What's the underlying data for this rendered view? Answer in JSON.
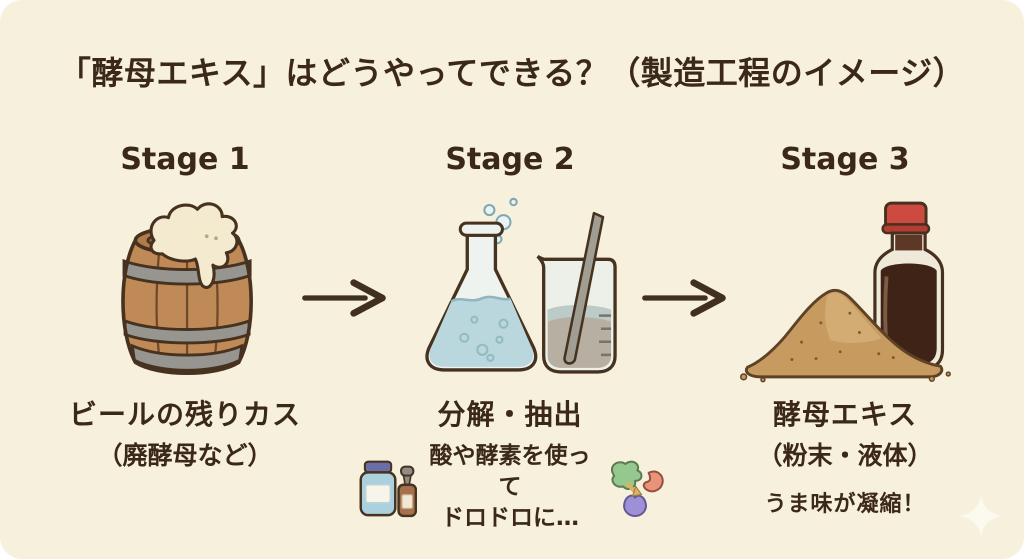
{
  "palette": {
    "background": "#f6f0dd",
    "text": "#3b2817",
    "arrow": "#41301e",
    "barrel_wood": "#c08a58",
    "barrel_band": "#97958f",
    "foam": "#f4ead0",
    "flask_liquid": "#b9d6dc",
    "beaker_liquid": "#b6afa2",
    "powder": "#c79a60",
    "bottle_liquid": "#3f2316",
    "bottle_cap": "#cd4a41",
    "blob_green": "#95c88e",
    "blob_salmon": "#e9937b",
    "blob_purple": "#9e90d7"
  },
  "title": "「酵母エキス」はどうやってできる？（製造工程のイメージ）",
  "stages": [
    {
      "label": "Stage 1",
      "illustration": "beer-barrel-foam-icon",
      "caption": "ビールの残りカス",
      "subcaption": "（廃酵母など）"
    },
    {
      "label": "Stage 2",
      "illustration": "flask-beaker-icon",
      "caption": "分解・抽出",
      "note_icon_left": "reagent-bottles-icon",
      "note_line1": "酸や酵素を使って",
      "note_line2": "ドロドロに…",
      "note_icon_right": "molecule-blobs-icon"
    },
    {
      "label": "Stage 3",
      "illustration": "powder-bottle-icon",
      "caption": "酵母エキス",
      "subcaption": "（粉末・液体）",
      "note": "うま味が凝縮！"
    }
  ],
  "arrows": [
    {
      "icon": "right-arrow-icon"
    },
    {
      "icon": "right-arrow-icon"
    }
  ],
  "decoration": {
    "icon": "sparkle-icon"
  }
}
